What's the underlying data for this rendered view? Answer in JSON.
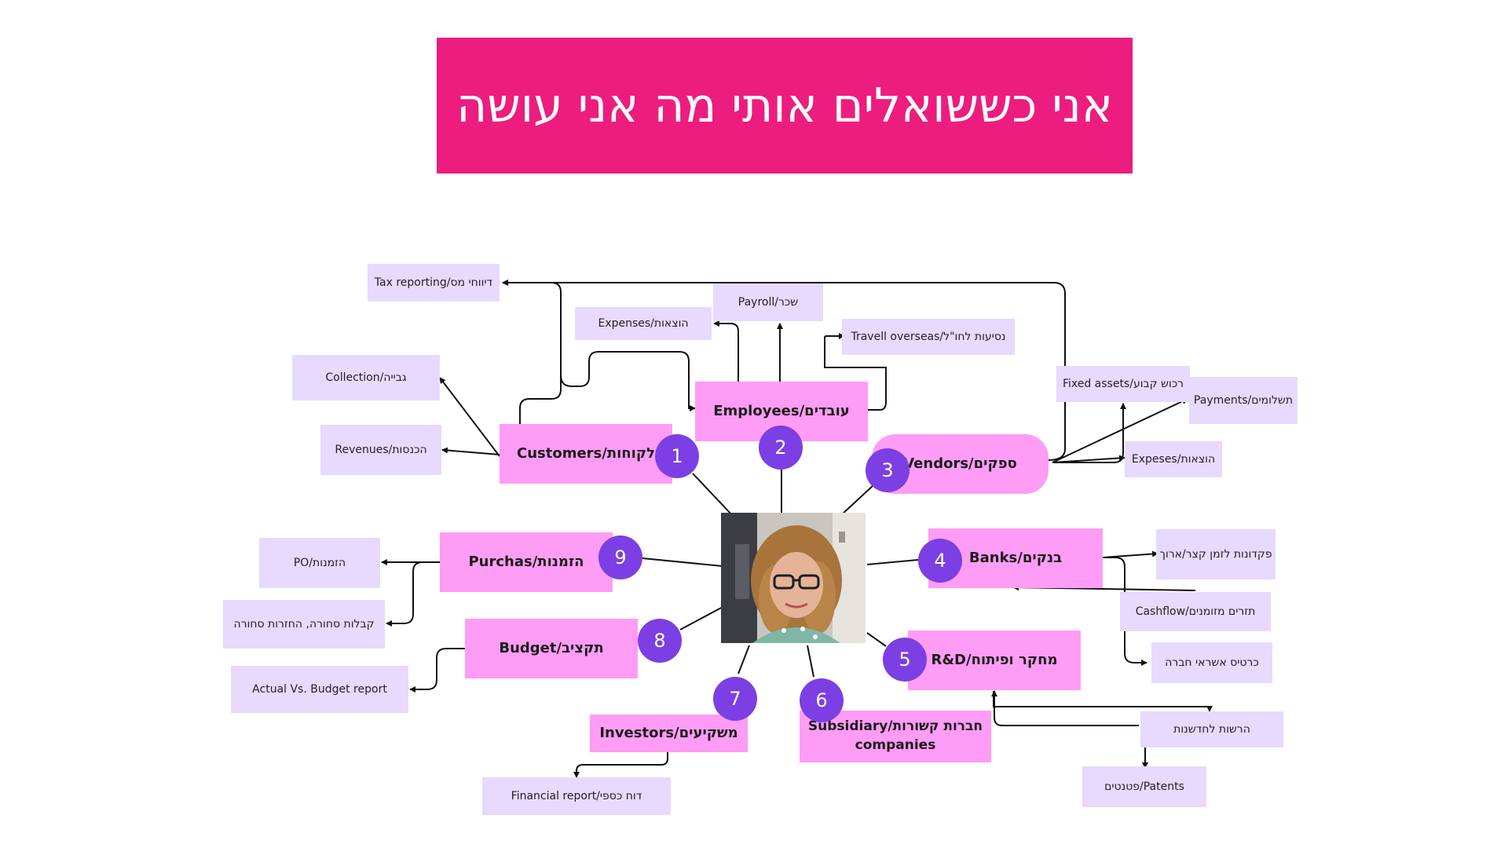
{
  "title": "אני כששואלים אותי מה אני עושה",
  "categories": {
    "customers": "Customers/לקוחות",
    "employees": "Employees/עובדים",
    "vendors": "Vendors/ספקים",
    "banks": "Banks/בנקים",
    "rnd": "R&D/מחקר ופיתוח",
    "subsidiary": "Subsidiary/חברות קשורות companies",
    "investors": "Investors/משקיעים",
    "budget": "Budget/תקציב",
    "purchase": "Purchas/הזמנות"
  },
  "numbers": [
    "1",
    "2",
    "3",
    "4",
    "5",
    "6",
    "7",
    "8",
    "9"
  ],
  "items": {
    "tax_reporting": "Tax reporting/דיווחי מס",
    "payroll": "Payroll/שכר",
    "expenses": "Expenses/הוצאות",
    "travel": "Travell overseas/נסיעות לחו\"ל",
    "collection": "Collection/גבייה",
    "revenues": "Revenues/הכנסות",
    "fixed_assets": "Fixed assets/רכוש קבוע",
    "payments": "Payments/תשלומים",
    "vendor_expenses": "Expeses/הוצאות",
    "deposits": "פקדונות לזמן קצר/ארוך",
    "cashflow": "Cashflow/תזרים מזומנים",
    "credit_cards": "כרטיס אשראי חברה",
    "innovation": "הרשות לחדשנות",
    "patents": "פטנטים/Patents",
    "po": "PO/הזמנות",
    "goods_receipt": "קבלות סחורה, החזרות סחורה",
    "actual_vs_budget": "Actual Vs. Budget report",
    "financial_report": "Financial report/דוח כספי"
  },
  "colors": {
    "title_bg": "#ec1d7e",
    "main_box": "#ff9cf5",
    "sub_box": "#e8d9ff",
    "number_circle": "#7b3fe4"
  }
}
